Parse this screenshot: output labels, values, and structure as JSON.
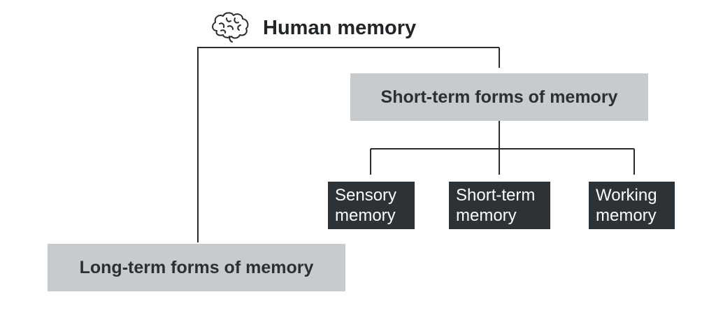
{
  "root": {
    "label": "Human memory",
    "icon": "brain-icon"
  },
  "short_term": {
    "label": "Short-term forms of memory",
    "children": [
      {
        "line1": "Sensory",
        "line2": "memory"
      },
      {
        "line1": "Short-term",
        "line2": "memory"
      },
      {
        "line1": "Working",
        "line2": "memory"
      }
    ]
  },
  "long_term": {
    "label": "Long-term forms of memory"
  },
  "colors": {
    "gray_box": "#c8cbcd",
    "dark_box": "#2c3235",
    "line": "#2b2b2b",
    "text_dark": "#222528"
  }
}
